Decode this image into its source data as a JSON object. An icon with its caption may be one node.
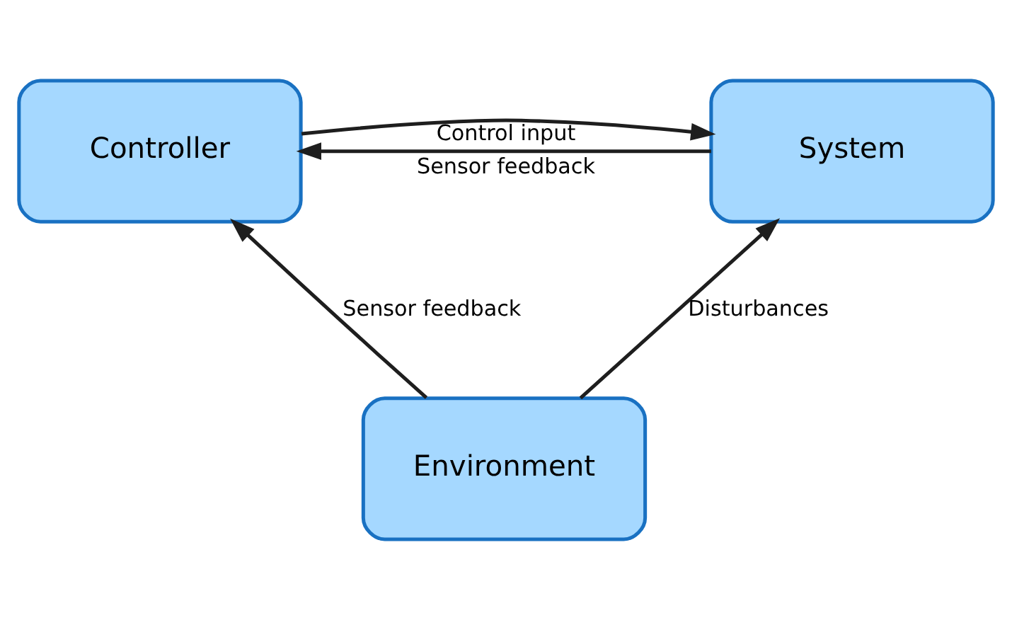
{
  "diagram": {
    "nodes": [
      {
        "text": [
          "Controller"
        ]
      },
      {
        "text": [
          "System"
        ]
      },
      {
        "text": [
          "Environment"
        ]
      }
    ],
    "edges": [
      {
        "from": 0,
        "to": 1,
        "arrow": "to",
        "label": "Control input"
      },
      {
        "from": 1,
        "to": 0,
        "arrow": "to",
        "label": "Sensor feedback"
      },
      {
        "from": 2,
        "to": 0,
        "arrow": "to",
        "label": "Sensor feedback"
      },
      {
        "from": 2,
        "to": 1,
        "arrow": "to",
        "label": "Disturbances"
      }
    ]
  }
}
